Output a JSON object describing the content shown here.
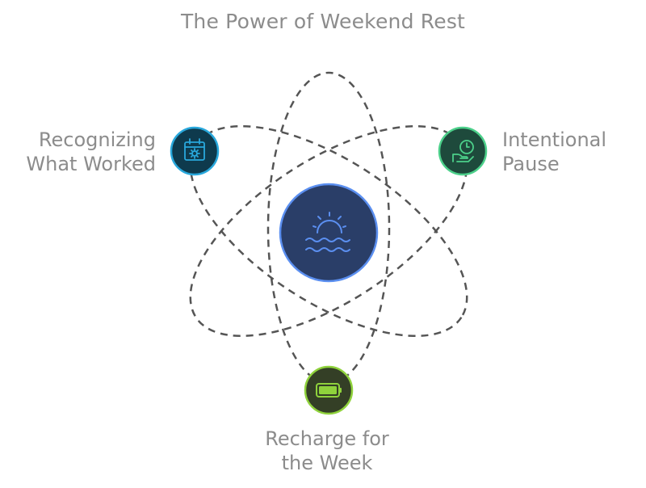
{
  "title": "The Power of Weekend Rest",
  "center": {
    "icon": "sunrise-over-water-icon",
    "color": "#2a3e68",
    "stroke": "#5b8ff0"
  },
  "nodes": {
    "left": {
      "line1": "Recognizing",
      "line2": "What Worked",
      "icon": "calendar-gear-icon",
      "fill": "#0e3a4d",
      "stroke": "#29a8dc"
    },
    "right": {
      "line1": "Intentional",
      "line2": "Pause",
      "icon": "clock-hand-icon",
      "fill": "#1e4a3c",
      "stroke": "#4cd08a"
    },
    "bottom": {
      "line1": "Recharge for",
      "line2": "the Week",
      "icon": "battery-icon",
      "fill": "#343f26",
      "stroke": "#8fd23c"
    }
  }
}
